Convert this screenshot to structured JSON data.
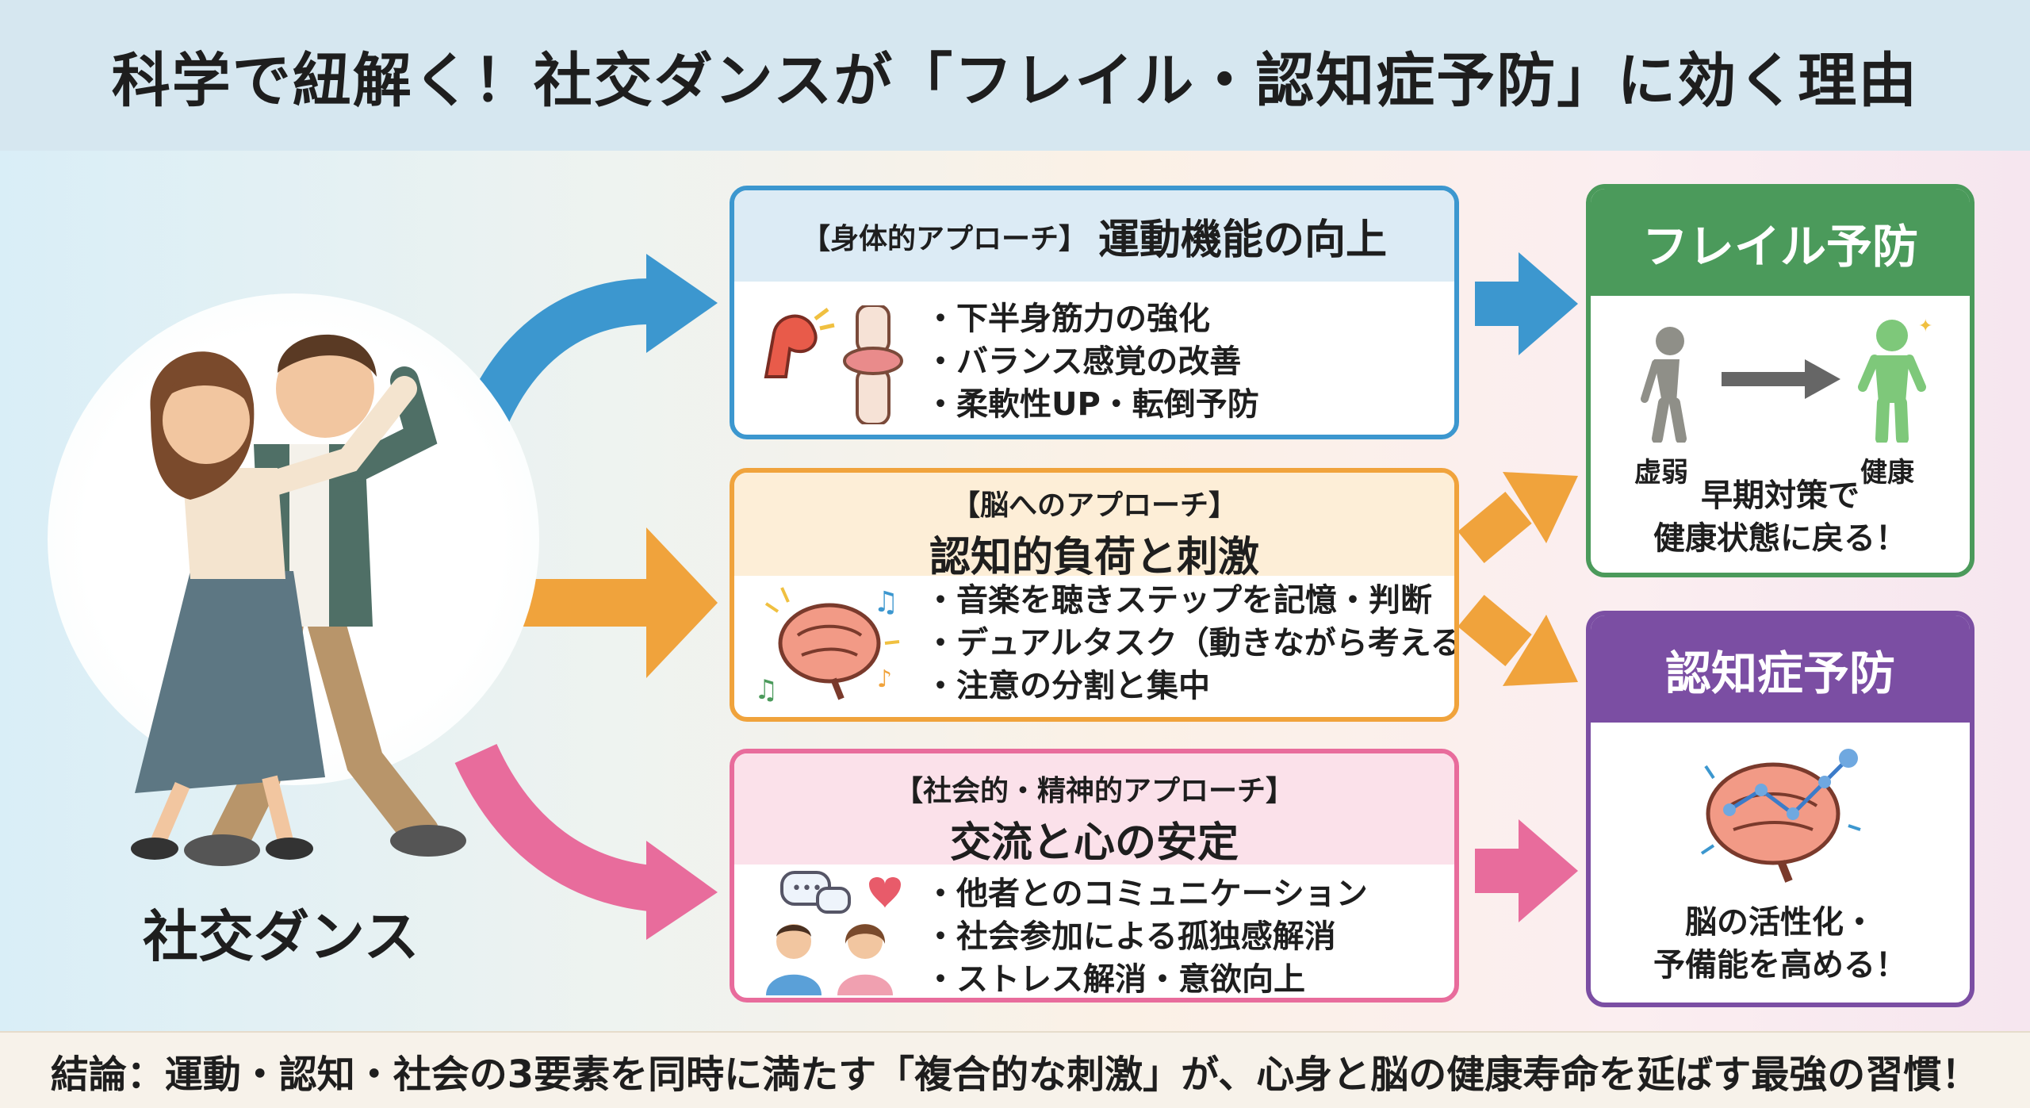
{
  "title": "科学で紐解く！社交ダンスが「フレイル・認知症予防」に効く理由",
  "dance_label": "社交ダンス",
  "approaches": {
    "body": {
      "sub": "【身体的アプローチ】",
      "main": "運動機能の向上",
      "items": [
        "下半身筋力の強化",
        "バランス感覚の改善",
        "柔軟性UP・転倒予防"
      ]
    },
    "brain": {
      "sub": "【脳へのアプローチ】",
      "main": "認知的負荷と刺激",
      "items": [
        "音楽を聴きステップを記憶・判断",
        "デュアルタスク（動きながら考える）",
        "注意の分割と集中"
      ]
    },
    "social": {
      "sub": "【社会的・精神的アプローチ】",
      "main": "交流と心の安定",
      "items": [
        "他者とのコミュニケーション",
        "社会参加による孤独感解消",
        "ストレス解消・意欲向上"
      ]
    }
  },
  "outcomes": {
    "frailty": {
      "title": "フレイル予防",
      "from_label": "虚弱",
      "to_label": "健康",
      "line1": "早期対策で",
      "line2": "健康状態に戻る！"
    },
    "dementia": {
      "title": "認知症予防",
      "line1": "脳の活性化・",
      "line2": "予備能を高める！"
    }
  },
  "conclusion": "結論：運動・認知・社会の3要素を同時に満たす「複合的な刺激」が、心身と脳の健康寿命を延ばす最強の習慣！",
  "colors": {
    "body_accent": "#3c97cf",
    "brain_accent": "#f0a33c",
    "social_accent": "#e86c9c",
    "frailty_accent": "#4b9a5b",
    "dementia_accent": "#7b4ea3"
  },
  "icons": [
    "muscle-arm-icon",
    "knee-joint-icon",
    "brain-music-icon",
    "chat-people-icon",
    "weak-person-icon",
    "healthy-person-icon",
    "brain-network-icon",
    "dancing-couple-illustration"
  ]
}
